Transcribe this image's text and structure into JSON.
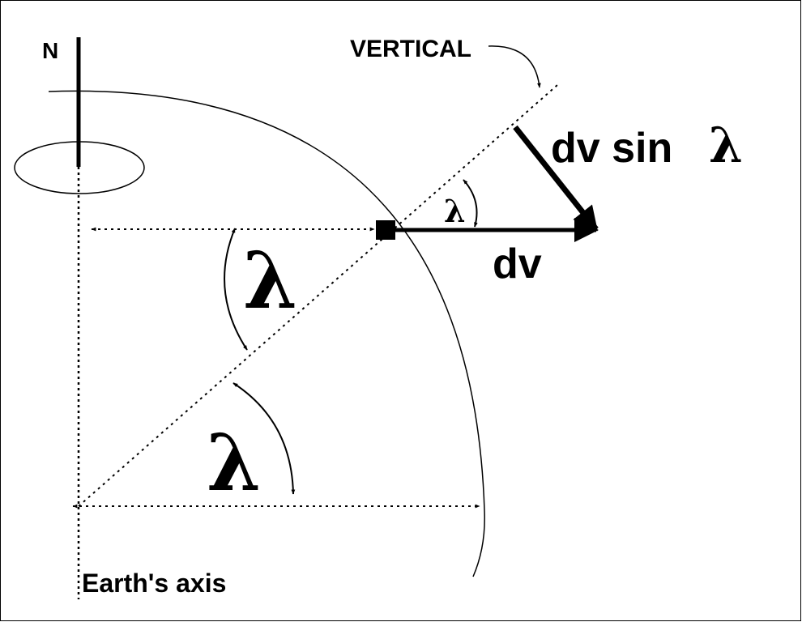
{
  "labels": {
    "north": "N",
    "vertical": "VERTICAL",
    "dv_sin": "dv sin",
    "lambda": "λ",
    "dv": "dv",
    "axis": "Earth's axis"
  },
  "colors": {
    "ink": "#000000",
    "background": "#ffffff"
  }
}
